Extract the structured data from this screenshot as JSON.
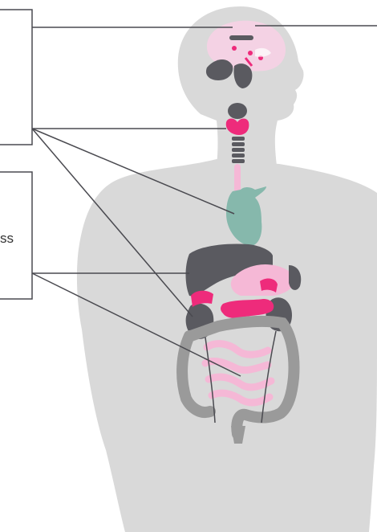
{
  "labels": {
    "partial_text": "ss"
  },
  "colors": {
    "background": "#ffffff",
    "body_silhouette": "#d9d9d9",
    "brain": "#f4d2e4",
    "dark_organ": "#5a5a60",
    "accent_pink": "#ee2b7b",
    "light_pink": "#f5b8d6",
    "heart": "#86b8ac",
    "intestine_gray": "#9a9a9a",
    "leader_line": "#4a4a50"
  },
  "organs": [
    "brain",
    "pituitary",
    "thyroid",
    "trachea",
    "heart",
    "liver",
    "stomach",
    "adrenal-glands",
    "kidneys",
    "pancreas",
    "small-intestine",
    "large-intestine"
  ]
}
